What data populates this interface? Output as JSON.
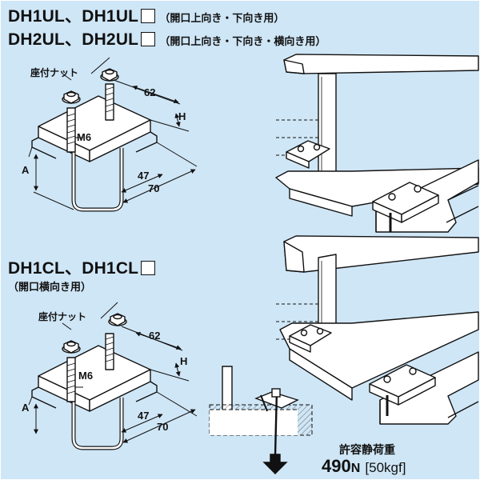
{
  "header": {
    "line1_models": "DH1UL、DH1UL",
    "line1_note": "（開口上向き・下向き用）",
    "line2_models": "DH2UL、DH2UL",
    "line2_note": "（開口上向き・下向き・横向き用）"
  },
  "section2": {
    "models": "DH1CL、DH1CL",
    "note": "（開口横向き用）"
  },
  "diagram_top": {
    "nut_label": "座付ナット",
    "bolt_label": "M6",
    "dim_width": "62",
    "dim_h": "H",
    "dim_a": "A",
    "dim_47": "47",
    "dim_70": "70"
  },
  "diagram_bottom": {
    "nut_label": "座付ナット",
    "bolt_label": "M6",
    "dim_width": "62",
    "dim_h": "H",
    "dim_a": "A",
    "dim_47": "47",
    "dim_70": "70"
  },
  "load": {
    "label": "許容静荷重",
    "value": "490",
    "unit": "N",
    "alt": "[50kgf]"
  },
  "colors": {
    "panel": "#cfe6f6",
    "steel": "#ffffff",
    "line": "#111111"
  }
}
